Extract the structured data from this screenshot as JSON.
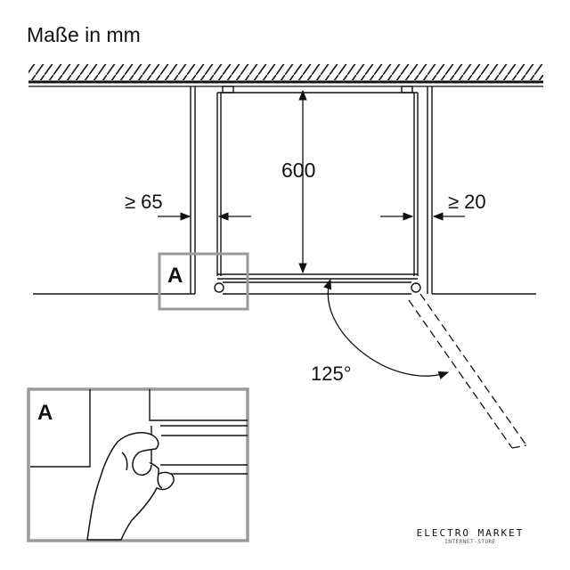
{
  "title": "Maße in mm",
  "dimensions": {
    "height": "600",
    "left_gap": "≥ 65",
    "right_gap": "≥ 20",
    "door_angle": "125°"
  },
  "detail_label": "A",
  "logo": {
    "name": "ELECTRO MARKET",
    "tagline": "INTERNET-STORE"
  }
}
